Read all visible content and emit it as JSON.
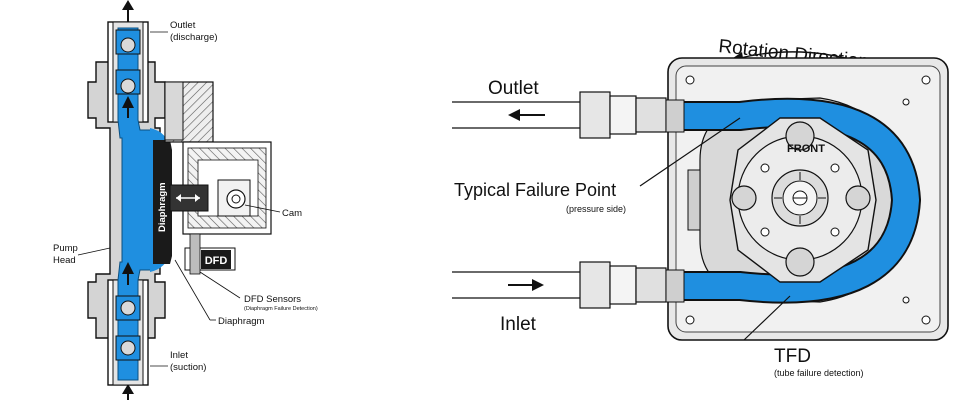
{
  "left_diagram": {
    "outlet_label": "Outlet",
    "outlet_sub": "(discharge)",
    "inlet_label": "Inlet",
    "inlet_sub": "(suction)",
    "cam_label": "Cam",
    "pump_head_label_1": "Pump",
    "pump_head_label_2": "Head",
    "diaphragm_vertical_label": "Diaphragm",
    "diaphragm_label": "Diaphragm",
    "dfd_box_label": "DFD",
    "dfd_sensors_label": "DFD Sensors",
    "dfd_sensors_sub": "(Diaphragm Failure Detection)"
  },
  "right_diagram": {
    "rotation_label": "Rotation Direction",
    "outlet_label": "Outlet",
    "inlet_label": "Inlet",
    "front_label": "FRONT",
    "failure_point_label": "Typical Failure Point",
    "failure_point_sub": "(pressure side)",
    "tfd_label": "TFD",
    "tfd_sub": "(tube failure detection)"
  },
  "colors": {
    "fluid_blue": "#1f8fe0",
    "line": "#111111",
    "housing_gray": "#cfcfcf",
    "dark_gray": "#8a8a8a",
    "label_box": "#1a1a1a"
  }
}
